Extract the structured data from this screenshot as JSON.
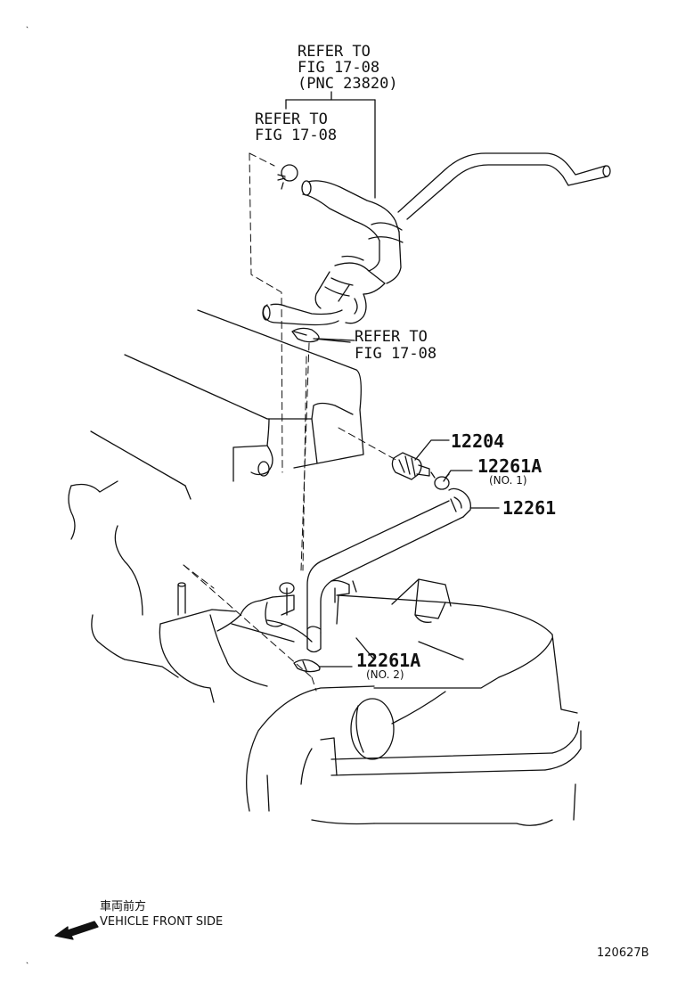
{
  "refer_pnc": {
    "line1": "REFER TO",
    "line2": "FIG 17-08",
    "line3": "(PNC 23820)"
  },
  "refer_upper_left": {
    "line1": "REFER TO",
    "line2": "FIG 17-08"
  },
  "refer_clamp": {
    "line1": "REFER TO",
    "line2": "FIG 17-08"
  },
  "parts": {
    "p12204": {
      "number": "12204"
    },
    "p12261a_no1": {
      "number": "12261A",
      "sub": "(NO. 1)"
    },
    "p12261": {
      "number": "12261"
    },
    "p12261a_no2": {
      "number": "12261A",
      "sub": "(NO. 2)"
    }
  },
  "orientation": {
    "japanese": "車両前方",
    "english": "VEHICLE FRONT SIDE"
  },
  "figure_code": "120627B",
  "icons": [
    "front-direction-arrow-icon",
    "clamp-icon",
    "pcv-valve-icon"
  ]
}
